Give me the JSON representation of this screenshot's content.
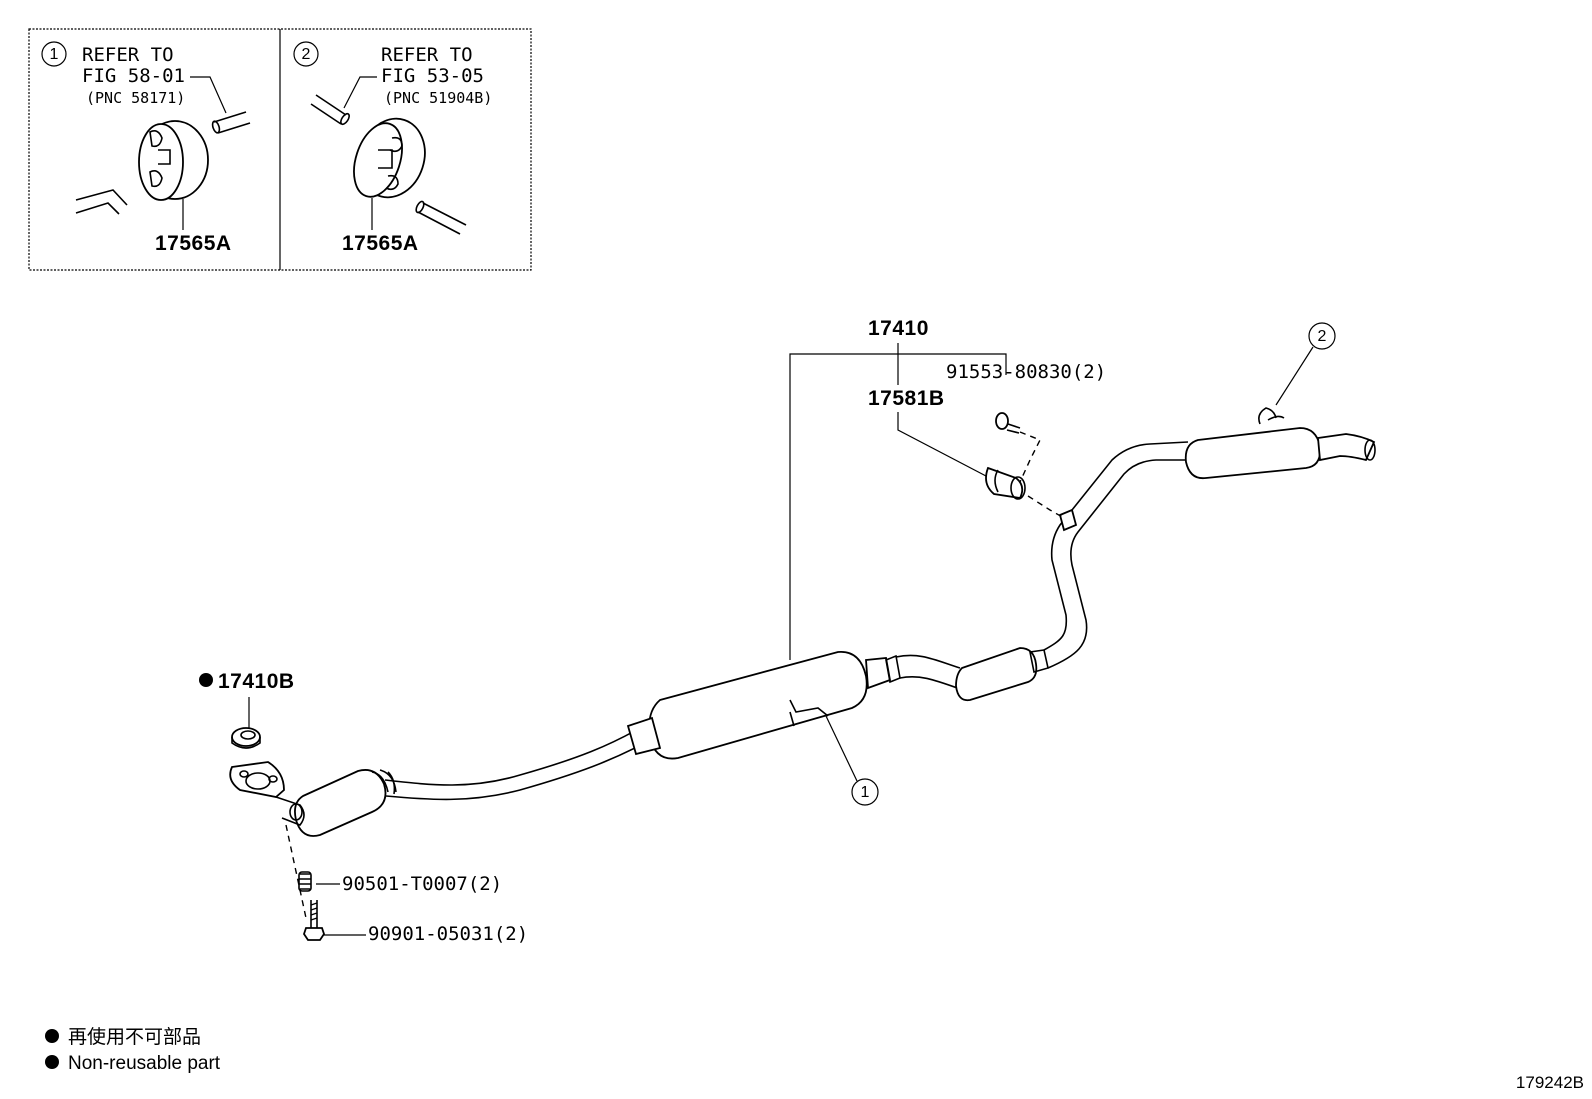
{
  "inset_1": {
    "circle_num": "1",
    "refer_line1": "REFER TO",
    "refer_line2": "FIG 58-01",
    "pnc": "(PNC 58171)",
    "part_no": "17565A"
  },
  "inset_2": {
    "circle_num": "2",
    "refer_line1": "REFER TO",
    "refer_line2": "FIG 53-05",
    "pnc": "(PNC 51904B)",
    "part_no": "17565A"
  },
  "callouts": {
    "p17410": "17410",
    "p17581b": "17581B",
    "p91553": "91553-80830(2)",
    "p17410b": "17410B",
    "p90501": "90501-T0007(2)",
    "p90901": "90901-05031(2)",
    "ref1": "1",
    "ref2": "2"
  },
  "legend": {
    "line_jp": "再使用不可部品",
    "line_en": "Non-reusable part"
  },
  "figure_id": "179242B"
}
